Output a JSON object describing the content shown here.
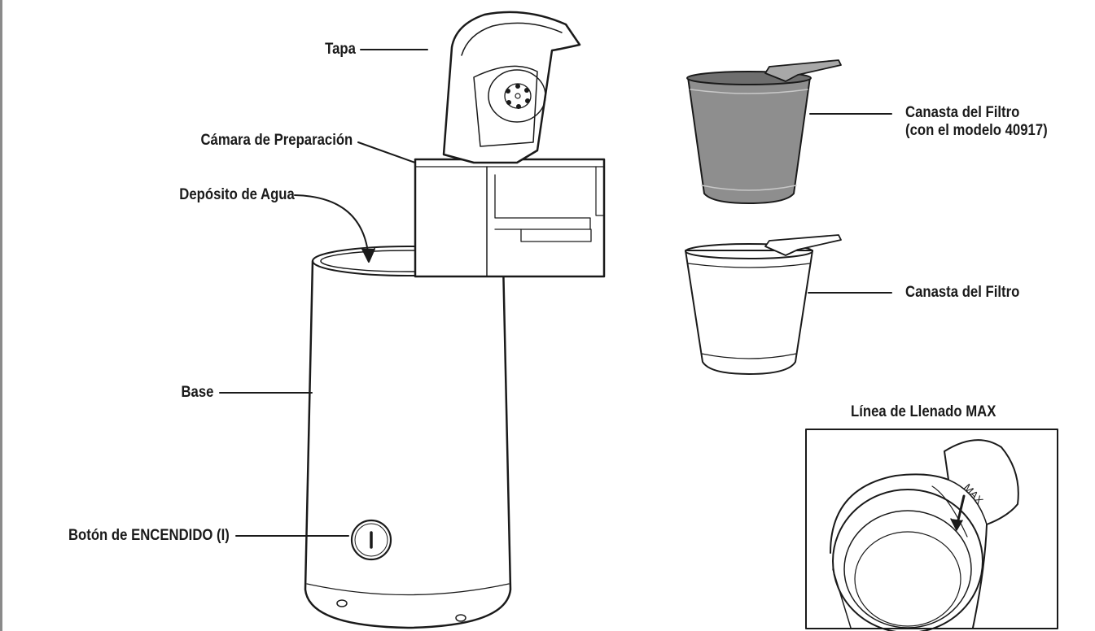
{
  "labels": {
    "tapa": "Tapa",
    "camara": "Cámara de Preparación",
    "deposito": "Depósito de Agua",
    "base": "Base",
    "boton": "Botón de ENCENDIDO (I)",
    "canasta_modelo_line1": "Canasta del Filtro",
    "canasta_modelo_line2": "(con el modelo 40917)",
    "canasta": "Canasta del Filtro",
    "max_title": "Línea de Llenado MAX",
    "max_mark": "MAX",
    "button_symbol": "I"
  },
  "colors": {
    "stroke": "#1a1a1a",
    "gray_basket": "#8e8e8e",
    "light_shade": "#e6e6e6"
  }
}
